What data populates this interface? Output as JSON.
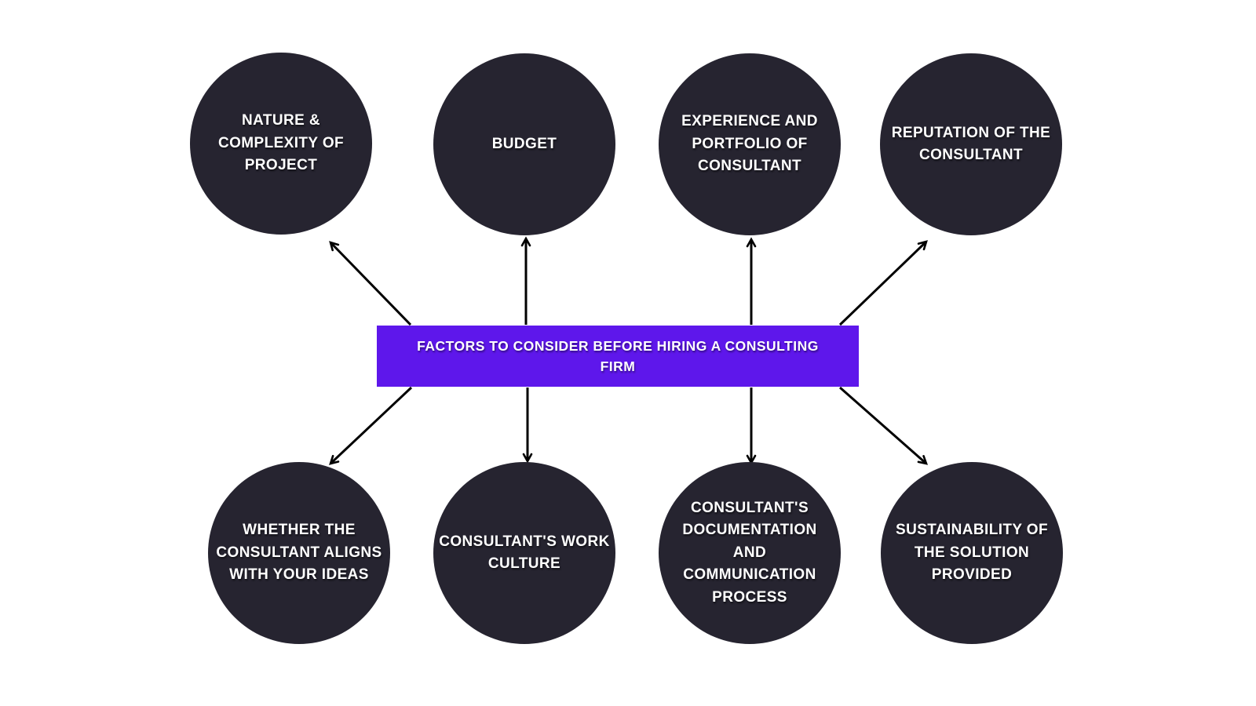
{
  "diagram": {
    "center": {
      "label": "FACTORS TO CONSIDER BEFORE HIRING A CONSULTING\nFIRM"
    },
    "factors_top": [
      {
        "label": "NATURE &\nCOMPLEXITY OF\nPROJECT"
      },
      {
        "label": "BUDGET"
      },
      {
        "label": "EXPERIENCE AND\nPORTFOLIO OF\nCONSULTANT"
      },
      {
        "label": "REPUTATION OF THE\nCONSULTANT"
      }
    ],
    "factors_bottom": [
      {
        "label": "WHETHER THE\nCONSULTANT ALIGNS\nWITH YOUR IDEAS"
      },
      {
        "label": "CONSULTANT'S WORK\nCULTURE"
      },
      {
        "label": "CONSULTANT'S\nDOCUMENTATION\nAND\nCOMMUNICATION\nPROCESS"
      },
      {
        "label": "SUSTAINABILITY OF\nTHE SOLUTION\nPROVIDED"
      }
    ],
    "colors": {
      "background": "#FFFFFF",
      "node_fill": "#262430",
      "node_text": "#FFFFFF",
      "banner_fill": "#5E17EB",
      "banner_text": "#FFFFFF",
      "arrow": "#000000"
    }
  }
}
